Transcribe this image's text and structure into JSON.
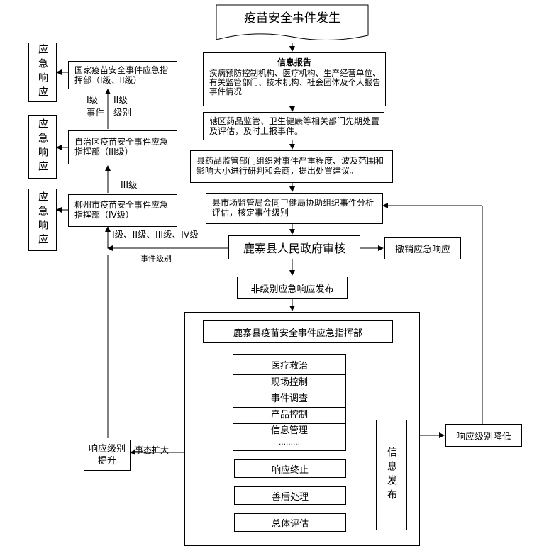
{
  "start": "疫苗安全事件发生",
  "report": {
    "title": "信息报告",
    "body": "疾病预防控制机构、医疗机构、生产经营单位、有关监管部门、技术机构、社会团体及个人报告事件情况"
  },
  "steps": {
    "district": "辖区药品监管、卫生健康等相关部门先期处置及评估，及时上报事件。",
    "county_research": "县药品监管部门组织对事件严重程度、波及范围和影响大小进行研判和会商，提出处置建议。",
    "market_bureau": "县市场监管局会同卫健局协助组织事件分析评估，核定事件级别",
    "government": "鹿寨县人民政府审核",
    "revoke": "撤销应急响应",
    "release": "非级别应急响应发布",
    "county_hq": "鹿寨县疫苗安全事件应急指挥部"
  },
  "tasks": [
    "医疗救治",
    "现场控制",
    "事件调查",
    "产品控制",
    "信息管理",
    "………"
  ],
  "after": [
    "响应终止",
    "善后处理",
    "总体评估"
  ],
  "info_release": "信息发布",
  "downgrade": "响应级别降低",
  "upgrade": "响应级别提升",
  "commands": {
    "national": "国家疫苗安全事件应急指挥部（I级、II级）",
    "region": "自治区疫苗安全事件应急指挥部（III级）",
    "city": "柳州市疫苗安全事件应急指挥部（IV级）"
  },
  "emergency_response": "应急响应",
  "labels": {
    "i_event": "I级事件",
    "ii_level": "II级级别",
    "iii": "III级",
    "all_levels": "I级、II级、III级、IV级",
    "event_level": "事件级别",
    "expand": "事态扩大"
  }
}
